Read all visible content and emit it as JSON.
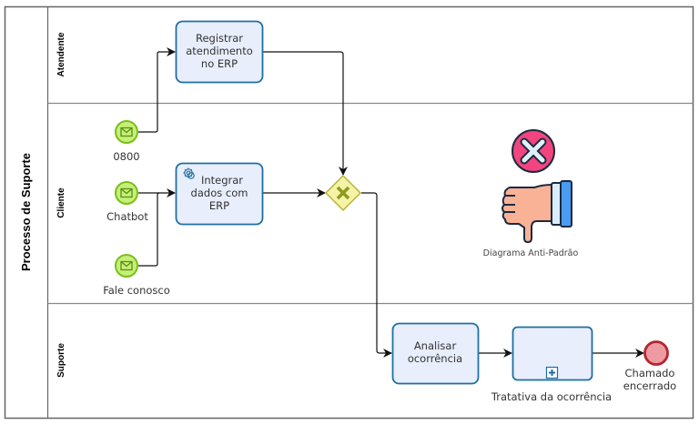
{
  "pool": {
    "label": "Processo de Suporte"
  },
  "lanes": [
    {
      "id": "atendente",
      "label": "Atendente"
    },
    {
      "id": "cliente",
      "label": "Cliente"
    },
    {
      "id": "suporte",
      "label": "Suporte"
    }
  ],
  "start_events": [
    {
      "id": "0800",
      "label": "0800",
      "icon": "envelope-icon"
    },
    {
      "id": "chatbot",
      "label": "Chatbot",
      "icon": "envelope-icon"
    },
    {
      "id": "fale",
      "label": "Fale conosco",
      "icon": "envelope-icon"
    }
  ],
  "tasks": {
    "registrar": {
      "lines": [
        "Registrar",
        "atendimento",
        "no ERP"
      ]
    },
    "integrar": {
      "lines": [
        "Integrar",
        "dados com",
        "ERP"
      ],
      "icon": "gear-icon"
    },
    "analisar": {
      "lines": [
        "Analisar",
        "ocorrência"
      ]
    },
    "tratativa": {
      "label": "Tratativa da ocorrência",
      "marker": "subprocess-plus-icon"
    }
  },
  "gateway": {
    "type": "exclusive",
    "icon": "x-icon"
  },
  "end_event": {
    "lines": [
      "Chamado",
      "encerrado"
    ]
  },
  "annotation": {
    "label": "Diagrama Anti-Padrão"
  },
  "colors": {
    "task_fill": "#e8eefc",
    "task_stroke": "#1f6fa3",
    "start_fill": "#c6ef7a",
    "start_stroke": "#7bbf1a",
    "gateway_fill": "#f4f3a6",
    "gateway_stroke": "#b9b23a",
    "end_fill": "#ee9aa3",
    "end_stroke": "#b3272f"
  }
}
